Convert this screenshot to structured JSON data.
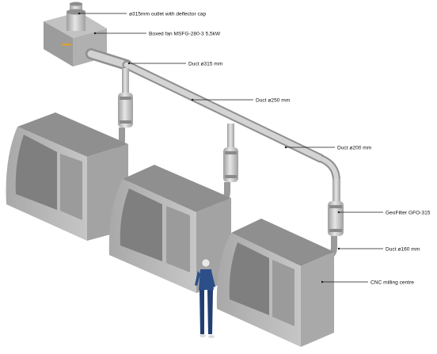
{
  "labels": {
    "outlet": "ø315mm outlet with deflector cap",
    "fan": "Boxed fan MSFG-280-3 5,5kW",
    "duct315": "Duct ø315 mm",
    "duct250": "Duct ø250 mm",
    "duct200": "Duct ø200 mm",
    "filter": "GeoFilter GFO-315",
    "duct160": "Duct ø160 mm",
    "cnc": "CNC milling centre"
  },
  "colors": {
    "machine_top": "#9c9c9c",
    "machine_front": "#b8b8b8",
    "machine_side": "#a6a6a6",
    "window": "#7f7f7f",
    "duct": "#c4c4c4",
    "person_shirt": "#2c4f8a",
    "person_pants": "#223f74",
    "fan_accent": "#d9a13a"
  },
  "icons": {
    "fan": "boxed-fan-unit",
    "filter": "filter-cartridge",
    "machine": "cnc-machine",
    "person": "operator-figure"
  }
}
